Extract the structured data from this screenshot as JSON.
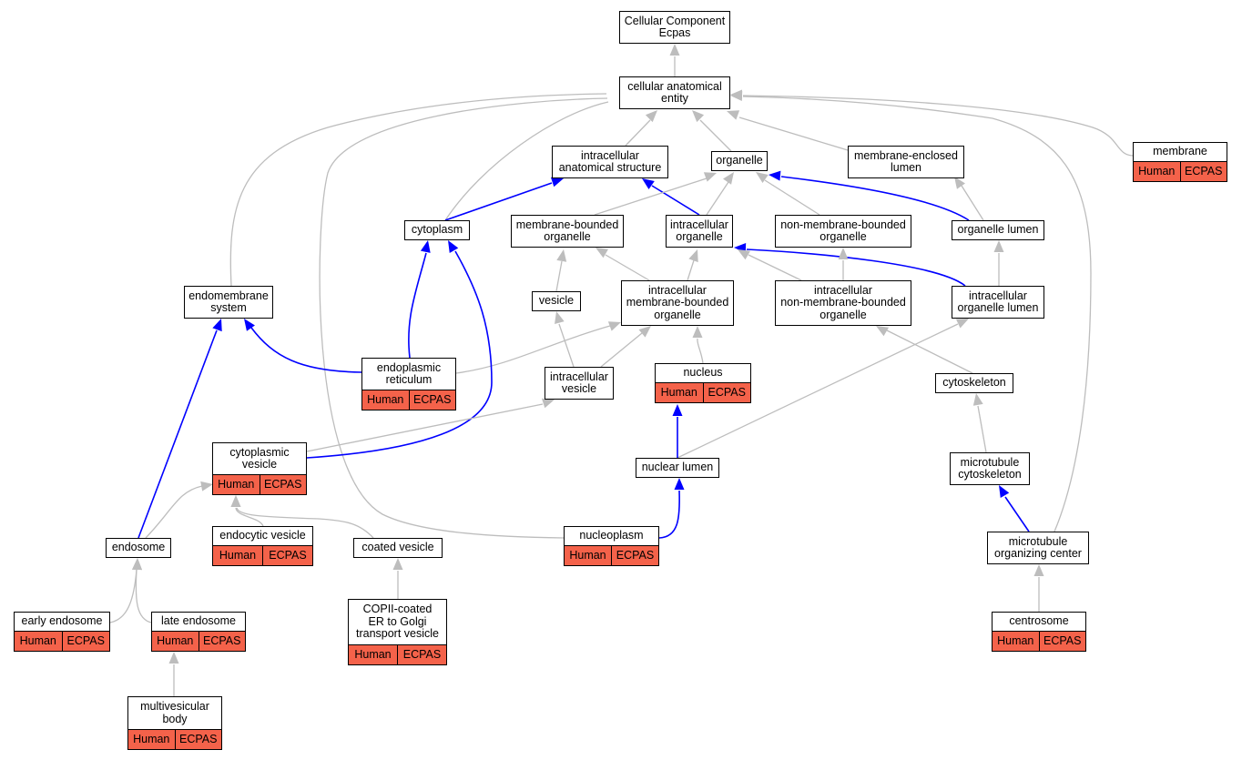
{
  "diagram": {
    "colors": {
      "is_a": "#bdbdbd",
      "part_of": "#0000ff",
      "annotated": "#f4624a"
    },
    "nodes": {
      "cc": {
        "label": "Cellular Component\nEcpas",
        "tags": []
      },
      "cae": {
        "label": "cellular anatomical\nentity",
        "tags": []
      },
      "ias": {
        "label": "intracellular\nanatomical structure",
        "tags": []
      },
      "organelle": {
        "label": "organelle",
        "tags": []
      },
      "mel": {
        "label": "membrane-enclosed\nlumen",
        "tags": []
      },
      "membrane": {
        "label": "membrane",
        "tags": [
          "Human",
          "ECPAS"
        ]
      },
      "cytoplasm": {
        "label": "cytoplasm",
        "tags": []
      },
      "mbo": {
        "label": "membrane-bounded\norganelle",
        "tags": []
      },
      "io": {
        "label": "intracellular\norganelle",
        "tags": []
      },
      "nmbo": {
        "label": "non-membrane-bounded\norganelle",
        "tags": []
      },
      "ol": {
        "label": "organelle lumen",
        "tags": []
      },
      "es": {
        "label": "endomembrane\nsystem",
        "tags": []
      },
      "vesicle": {
        "label": "vesicle",
        "tags": []
      },
      "imbo": {
        "label": "intracellular\nmembrane-bounded\norganelle",
        "tags": []
      },
      "inmbo": {
        "label": "intracellular\nnon-membrane-bounded\norganelle",
        "tags": []
      },
      "iol": {
        "label": "intracellular\norganelle lumen",
        "tags": []
      },
      "er": {
        "label": "endoplasmic\nreticulum",
        "tags": [
          "Human",
          "ECPAS"
        ]
      },
      "iv": {
        "label": "intracellular\nvesicle",
        "tags": []
      },
      "nucleus": {
        "label": "nucleus",
        "tags": [
          "Human",
          "ECPAS"
        ]
      },
      "cytoskeleton": {
        "label": "cytoskeleton",
        "tags": []
      },
      "cv": {
        "label": "cytoplasmic\nvesicle",
        "tags": [
          "Human",
          "ECPAS"
        ]
      },
      "nl": {
        "label": "nuclear lumen",
        "tags": []
      },
      "mtc": {
        "label": "microtubule\ncytoskeleton",
        "tags": []
      },
      "endosome": {
        "label": "endosome",
        "tags": []
      },
      "ecv": {
        "label": "endocytic vesicle",
        "tags": [
          "Human",
          "ECPAS"
        ]
      },
      "coated": {
        "label": "coated vesicle",
        "tags": []
      },
      "np": {
        "label": "nucleoplasm",
        "tags": [
          "Human",
          "ECPAS"
        ]
      },
      "mtoc": {
        "label": "microtubule\norganizing center",
        "tags": []
      },
      "ee": {
        "label": "early endosome",
        "tags": [
          "Human",
          "ECPAS"
        ]
      },
      "le": {
        "label": "late endosome",
        "tags": [
          "Human",
          "ECPAS"
        ]
      },
      "copii": {
        "label": "COPII-coated\nER to Golgi\ntransport vesicle",
        "tags": [
          "Human",
          "ECPAS"
        ]
      },
      "centrosome": {
        "label": "centrosome",
        "tags": [
          "Human",
          "ECPAS"
        ]
      },
      "mvb": {
        "label": "multivesicular\nbody",
        "tags": [
          "Human",
          "ECPAS"
        ]
      }
    }
  }
}
